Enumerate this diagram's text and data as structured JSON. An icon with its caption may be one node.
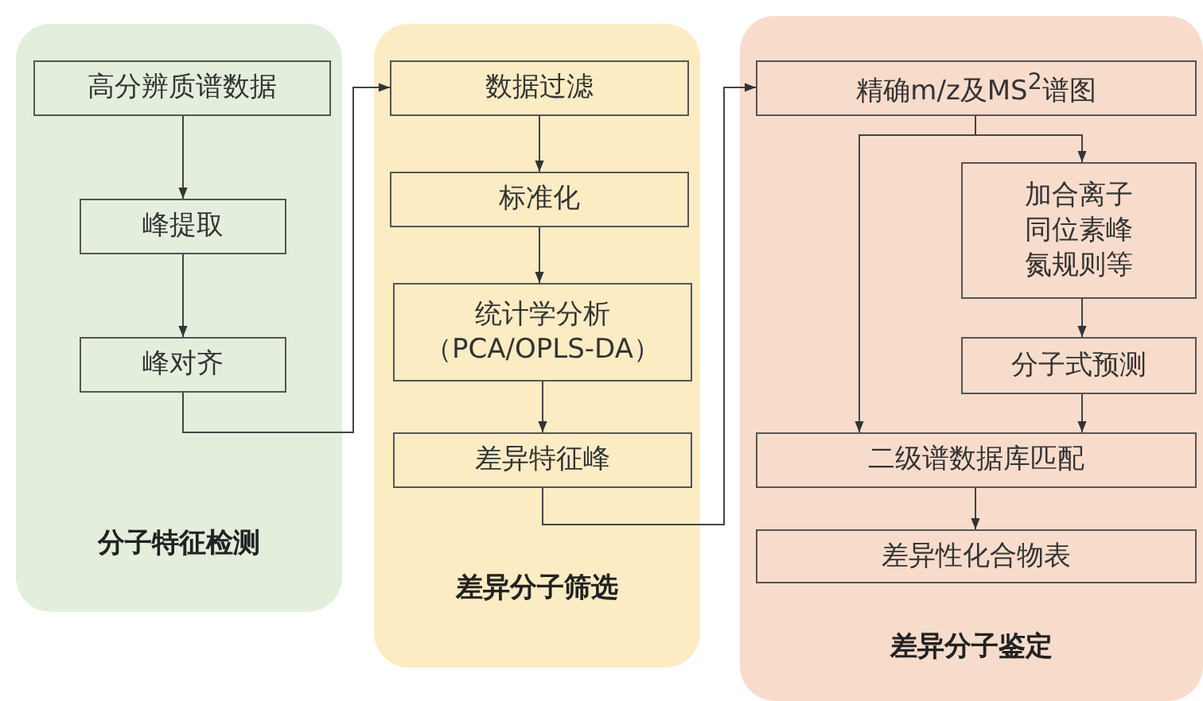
{
  "diagram": {
    "nodes": [
      {
        "text": [
          "分子特征检测"
        ]
      },
      {
        "text": [
          "高分辨质谱数据"
        ],
        "in": 0
      },
      {
        "text": [
          "峰提取"
        ],
        "in": 0
      },
      {
        "text": [
          "峰对齐"
        ],
        "in": 0
      },
      {
        "text": [
          "差异分子筛选"
        ]
      },
      {
        "text": [
          "数据过滤"
        ],
        "in": 4
      },
      {
        "text": [
          "标准化"
        ],
        "in": 4
      },
      {
        "text": [
          "统计学分析（PCA/OPLS-DA）"
        ],
        "in": 4
      },
      {
        "text": [
          "差异特征峰"
        ],
        "in": 4
      },
      {
        "text": [
          "差异分子鉴定"
        ]
      },
      {
        "text": [
          "精确m/z及MS$^{2}$谱图"
        ],
        "in": 9
      },
      {
        "text": [
          "加合离子同位素峰氮规则等"
        ],
        "in": 9
      },
      {
        "text": [
          "分子式预测"
        ],
        "in": 9
      },
      {
        "text": [
          "二级谱数据库匹配"
        ],
        "in": 9
      },
      {
        "text": [
          "差异性化合物表"
        ],
        "in": 9
      }
    ],
    "edges": [
      {
        "from": 1,
        "to": 2,
        "arrow": "to"
      },
      {
        "from": 2,
        "to": 3,
        "arrow": "to"
      },
      {
        "from": 3,
        "to": 5,
        "arrow": "to"
      },
      {
        "from": 5,
        "to": 6,
        "arrow": "to"
      },
      {
        "from": 6,
        "to": 7,
        "arrow": "to"
      },
      {
        "from": 7,
        "to": 8,
        "arrow": "to"
      },
      {
        "from": 8,
        "to": 10,
        "arrow": "to"
      },
      {
        "from": 10,
        "to": 11,
        "arrow": "to"
      },
      {
        "from": 10,
        "to": 13,
        "arrow": "to"
      },
      {
        "from": 11,
        "to": 12,
        "arrow": "to"
      },
      {
        "from": 12,
        "to": 13,
        "arrow": "to"
      },
      {
        "from": 13,
        "to": 14,
        "arrow": "to"
      }
    ]
  }
}
